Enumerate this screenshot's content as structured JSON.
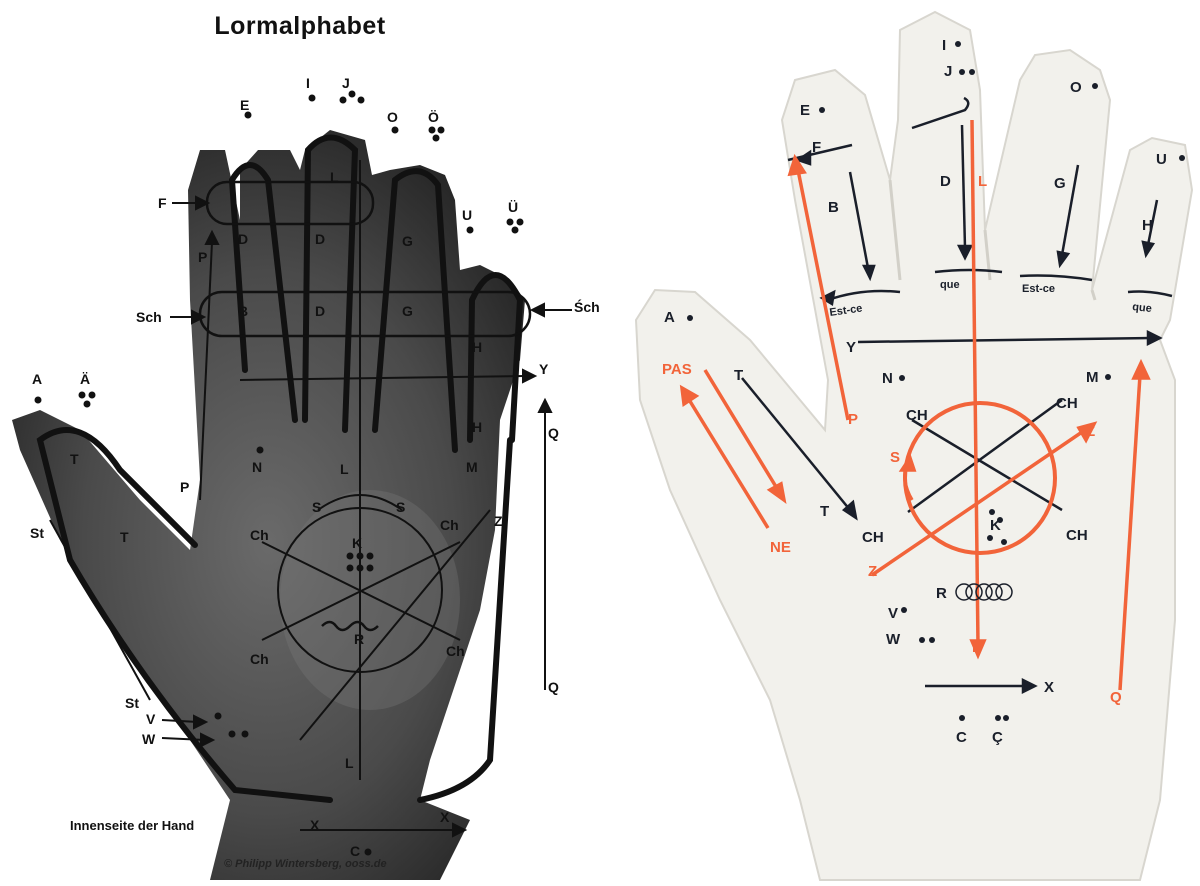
{
  "left": {
    "title": "Lormalphabet",
    "caption": "Innenseite der Hand",
    "credit": "© Philipp Wintersberg, ooss.de",
    "labels": {
      "A": "A",
      "AE": "Ä",
      "E": "E",
      "I": "I",
      "J": "J",
      "O": "O",
      "OE": "Ö",
      "U": "U",
      "UE": "Ü",
      "F": "F",
      "Sch": "Sch",
      "Sch2": "Śch",
      "P": "P",
      "B": "B",
      "D": "D",
      "L": "L",
      "G": "G",
      "H": "H",
      "Y": "Y",
      "Q": "Q",
      "N": "N",
      "M": "M",
      "T": "T",
      "St": "St",
      "S": "S",
      "Ch": "Ch",
      "K": "K",
      "R": "R",
      "Z": "Z",
      "V": "V",
      "W": "W",
      "X": "X",
      "C": "C"
    }
  },
  "right": {
    "labels": {
      "A": "A",
      "E": "E",
      "I": "I",
      "J": "J",
      "O": "O",
      "U": "U",
      "F": "F",
      "B": "B",
      "D": "D",
      "L": "L",
      "G": "G",
      "H": "H",
      "Y": "Y",
      "N": "N",
      "M": "M",
      "T": "T",
      "P": "P",
      "S": "S",
      "CH": "CH",
      "K": "K",
      "R": "R",
      "Z": "Z",
      "V": "V",
      "W": "W",
      "X": "X",
      "Q": "Q",
      "C": "C",
      "CC": "Ç",
      "PAS": "PAS",
      "NE": "NE",
      "EstCe": "Est-ce",
      "Que": "que",
      "EstCe2": "Est-ce",
      "Que2": "que"
    },
    "colors": {
      "accent": "#f2643a",
      "ink": "#1a1f2a",
      "glove": "#f2f1ec"
    }
  }
}
